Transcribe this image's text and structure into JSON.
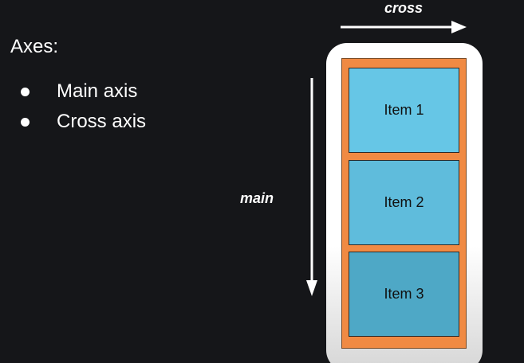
{
  "heading": "Axes:",
  "bullets": [
    {
      "label": "Main axis"
    },
    {
      "label": "Cross axis"
    }
  ],
  "diagram": {
    "cross_label": "cross",
    "main_label": "main",
    "items": [
      {
        "label": "Item 1"
      },
      {
        "label": "Item 2"
      },
      {
        "label": "Item 3"
      }
    ]
  },
  "colors": {
    "background": "#151619",
    "container": "#f08a43",
    "item": "#66c6e6",
    "frame": "#ffffff"
  }
}
